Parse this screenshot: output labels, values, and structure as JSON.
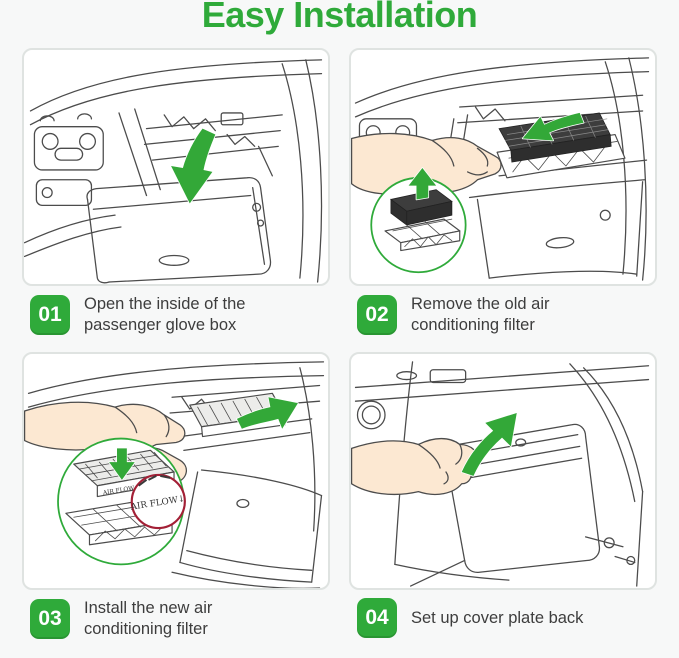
{
  "title": "Easy Installation",
  "steps": [
    {
      "number": "01",
      "label": "Open the inside of the passenger glove box"
    },
    {
      "number": "02",
      "label": "Remove the old air conditioning filter"
    },
    {
      "number": "03",
      "label": "Install the new air conditioning filter"
    },
    {
      "number": "04",
      "label": "Set up cover plate back"
    }
  ],
  "illustration_labels": {
    "air_flow_small": "AIR FLOW↓",
    "air_flow_magnified": "AIR FLOW↓"
  },
  "colors": {
    "accent_green": "#2faa3a",
    "arrow_green": "#33a838",
    "badge_text": "#ffffff",
    "caption_text": "#3d3d3d",
    "line_art": "#4c4c4c",
    "hand_skin": "#fce8d2",
    "dirty_filter": "#3d3d3d",
    "new_filter": "#ececea",
    "magnifier_ring": "#a32036",
    "page_background": "#f7f8f8",
    "panel_background": "#ffffff",
    "panel_border": "#dfe3e1"
  }
}
